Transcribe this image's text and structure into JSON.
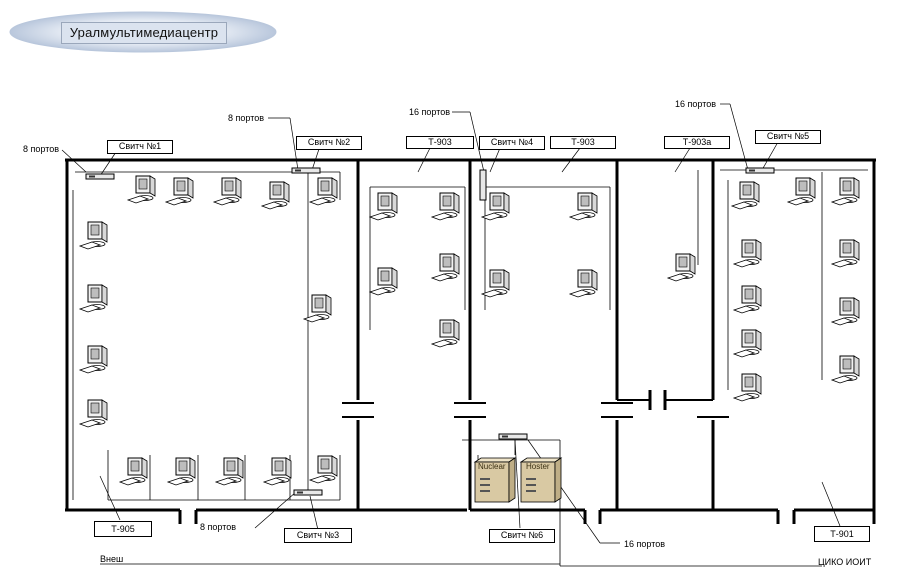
{
  "title": "Уралмультимедиацентр",
  "rooms": {
    "t905": "Т-905",
    "t903_left": "Т-903",
    "t903_right": "Т-903",
    "t903a": "Т-903а",
    "t901": "Т-901"
  },
  "switches": {
    "s1": "Свитч №1",
    "s2": "Свитч №2",
    "s3": "Свитч №3",
    "s4": "Свитч №4",
    "s5": "Свитч №5",
    "s6": "Свитч №6"
  },
  "port_labels": {
    "p1": "8 портов",
    "p2": "8 портов",
    "p3": "8 портов",
    "p4": "16 портов",
    "p5": "16 портов",
    "p6": "16 портов"
  },
  "servers": {
    "nuclear": "Nuclear",
    "hoster": "Hoster"
  },
  "external_left": "Внеш",
  "external_right": "ЦИКО ИОИТ",
  "colors": {
    "walls": "#000000",
    "title_fill": "#dbe3ef",
    "server_fill": "#d9c9a3"
  }
}
